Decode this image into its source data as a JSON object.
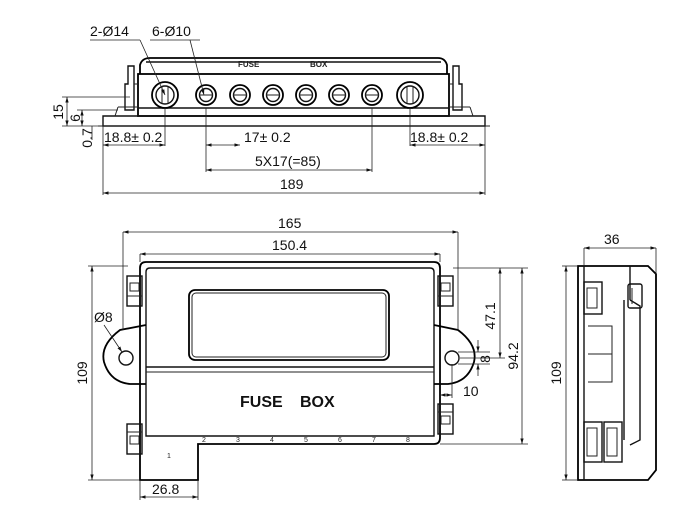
{
  "top_view": {
    "callout_hole_large": "2-Ø14",
    "callout_hole_small": "6-Ø10",
    "lid_text_1": "FUSE",
    "lid_text_2": "BOX",
    "dim_height_15": "15",
    "dim_height_6": "6",
    "dim_height_07": "0.7",
    "dim_left_pitch": "18.8± 0.2",
    "dim_mid_pitch": "17± 0.2",
    "dim_right_pitch": "18.8± 0.2",
    "dim_span": "5X17(=85)",
    "dim_overall": "189"
  },
  "front_view": {
    "dim_width_outer": "165",
    "dim_width_inner": "150.4",
    "dim_hole": "Ø8",
    "dim_height_overall": "109",
    "dim_height_body": "94.2",
    "dim_window_height": "47.1",
    "dim_slot_height": "8",
    "dim_slot_offset": "10",
    "dim_tab_width": "26.8",
    "label_fuse": "FUSE",
    "label_box": "BOX",
    "slot_numbers": [
      "1",
      "2",
      "3",
      "4",
      "5",
      "6",
      "7",
      "8"
    ]
  },
  "side_view": {
    "dim_depth": "36",
    "dim_height": "109"
  }
}
